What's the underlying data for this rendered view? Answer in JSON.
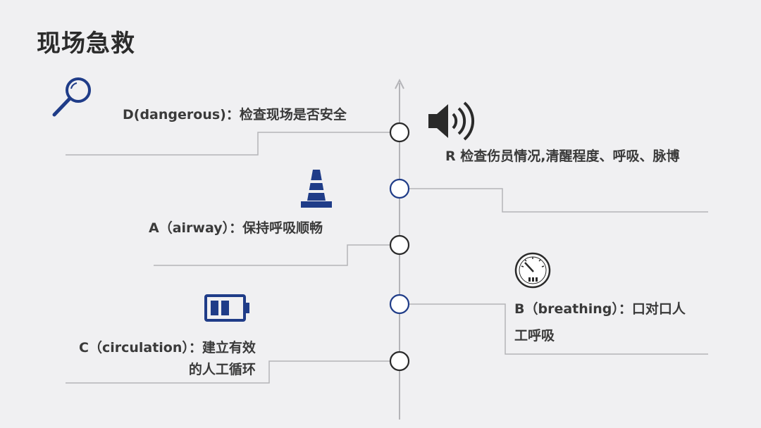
{
  "title": "现场急救",
  "steps": {
    "d": {
      "text": "D(dangerous)：检查现场是否安全",
      "icon": "magnifier-icon"
    },
    "r": {
      "text": "R 检查伤员情况,清醒程度、呼吸、脉博",
      "icon": "speaker-icon"
    },
    "a": {
      "text": "A（airway）：保持呼吸顺畅",
      "icon": "traffic-cone-icon"
    },
    "b": {
      "line1": "B（breathing）：口对口人",
      "line2": "工呼吸",
      "icon": "gauge-icon"
    },
    "c": {
      "line1": "C（circulation）：建立有效",
      "line2": "的人工循环",
      "icon": "battery-icon"
    }
  },
  "colors": {
    "accent": "#1f3c88",
    "line": "#b4b4b8",
    "node_dark": "#2a2a2a",
    "text": "#3a3a3a"
  }
}
